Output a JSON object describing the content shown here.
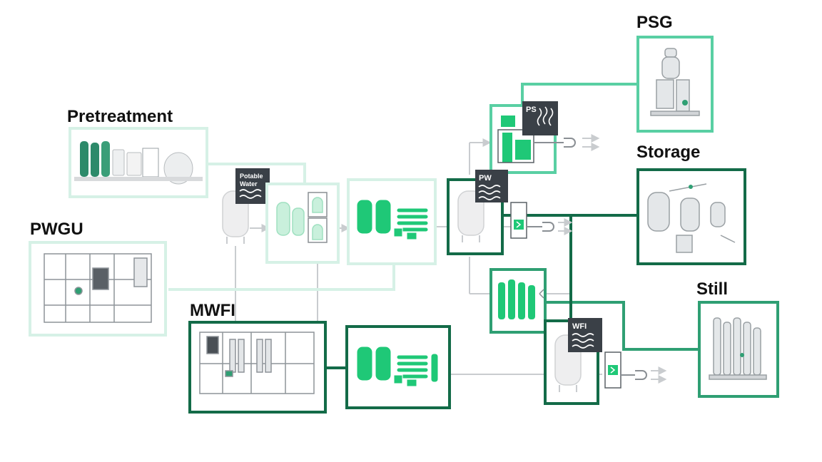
{
  "labels": {
    "pretreatment": "Pretreatment",
    "pwgu": "PWGU",
    "mwfi": "MWFI",
    "psg": "PSG",
    "storage": "Storage",
    "still": "Still"
  },
  "badges": {
    "potable_line1": "Potable",
    "potable_line2": "Water",
    "ps": "PS",
    "pw": "PW",
    "wfi": "WFI"
  },
  "colors": {
    "very_light_green": "#d6f1e6",
    "light_green": "#59cfa3",
    "mid_green": "#2f9f73",
    "dark_green": "#136b48",
    "equipment_green": "#1fc877",
    "badge_dark": "#3a4047",
    "line_grey": "#c9cccf"
  }
}
